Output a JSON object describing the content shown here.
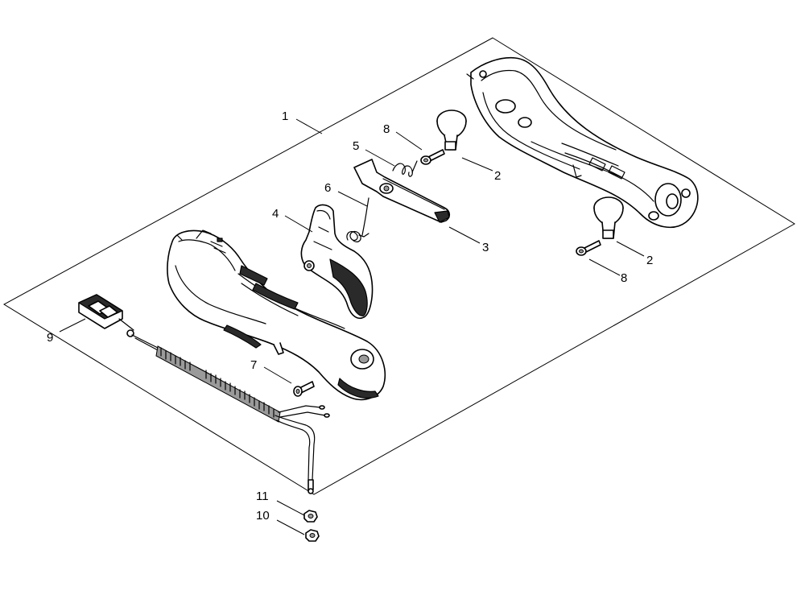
{
  "diagram": {
    "labels": [
      {
        "id": "1",
        "text": "1"
      },
      {
        "id": "2a",
        "text": "2"
      },
      {
        "id": "2b",
        "text": "2"
      },
      {
        "id": "3",
        "text": "3"
      },
      {
        "id": "4",
        "text": "4"
      },
      {
        "id": "5",
        "text": "5"
      },
      {
        "id": "6",
        "text": "6"
      },
      {
        "id": "7",
        "text": "7"
      },
      {
        "id": "8a",
        "text": "8"
      },
      {
        "id": "8b",
        "text": "8"
      },
      {
        "id": "9",
        "text": "9"
      },
      {
        "id": "10",
        "text": "10"
      },
      {
        "id": "11",
        "text": "11"
      }
    ]
  }
}
